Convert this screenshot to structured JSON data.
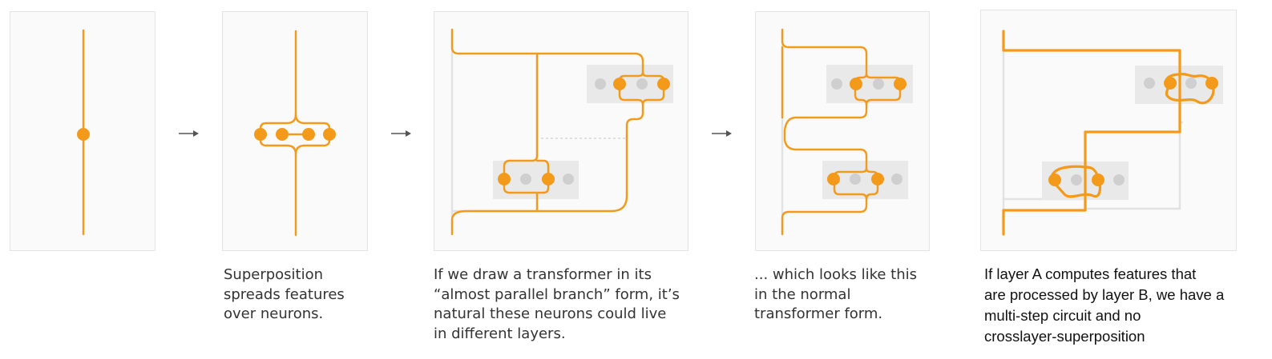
{
  "captions": {
    "p2": "Superposition\nspreads features\nover neurons.",
    "p3": "If we draw a transformer in its\n“almost parallel branch” form, it’s\nnatural these neurons could live\nin different layers.",
    "p4": "... which looks like this\nin the normal\ntransformer form.",
    "p5": "If layer A computes features that\nare processed by layer B, we have a\nmulti-step circuit and no\ncrosslayer-superposition"
  },
  "icons": [
    "right-arrow-icon"
  ],
  "colors": {
    "feature_line": "#f39a1a",
    "active_neuron": "#f39a1a",
    "inactive_neuron": "#cfcfcf",
    "neuron_group": "#e9e9e9",
    "residual_stream": "#e2e2e2",
    "caption_text": "#333333"
  }
}
